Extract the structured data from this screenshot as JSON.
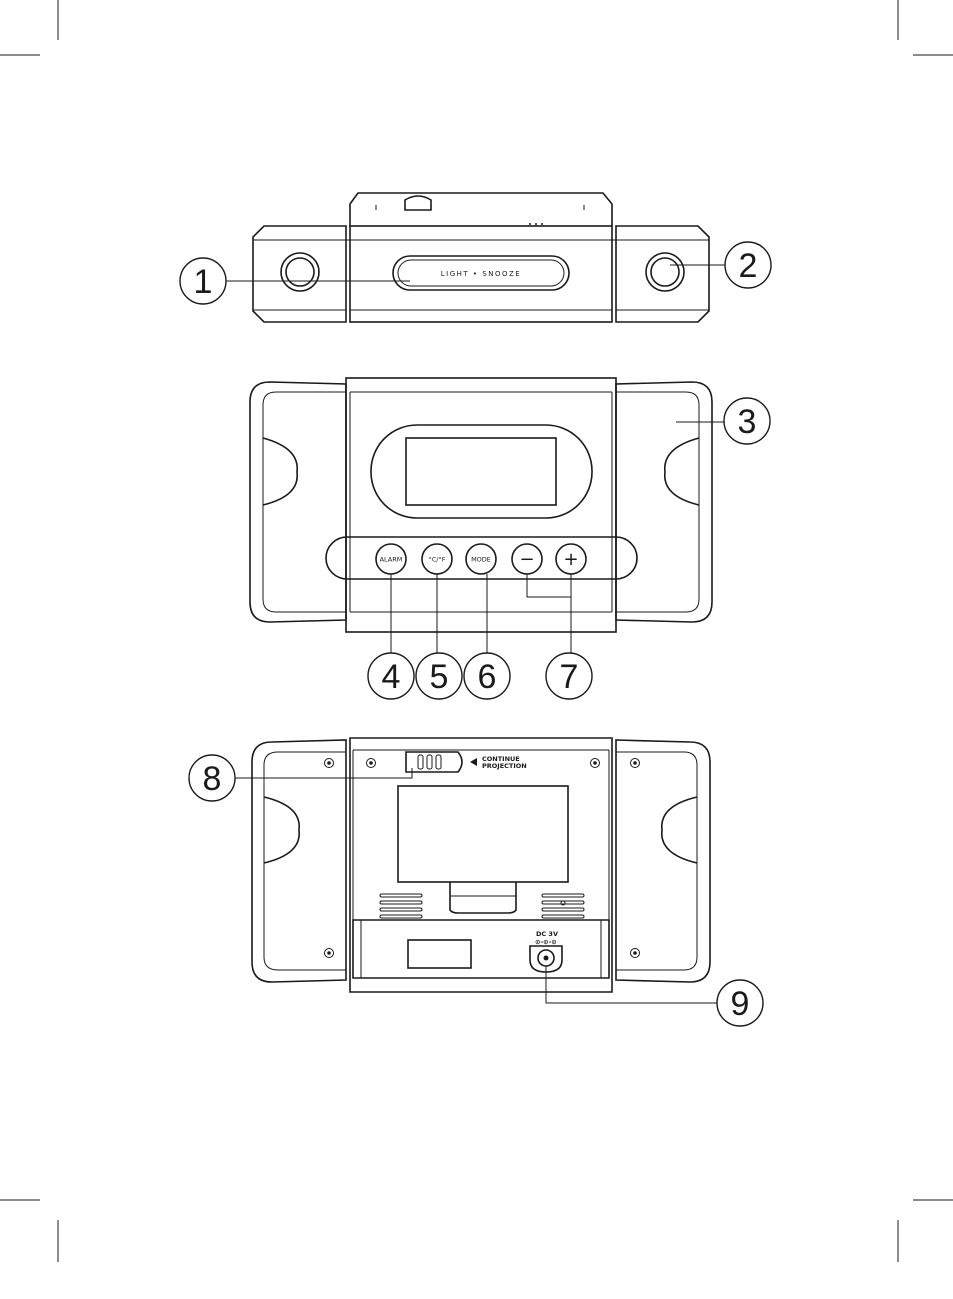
{
  "top_view": {
    "button_label": "LIGHT • SNOOZE"
  },
  "front_view": {
    "buttons": [
      {
        "label": "ALARM"
      },
      {
        "label": "°C/°F"
      },
      {
        "label": "MODE"
      },
      {
        "label": "−"
      },
      {
        "label": "+"
      }
    ]
  },
  "back_view": {
    "switch_label_line1": "CONTINUE",
    "switch_label_line2": "PROJECTION",
    "power_label": "DC 3V",
    "power_symbol": "⊙-⊙-⊙"
  },
  "callouts": [
    "1",
    "2",
    "3",
    "4",
    "5",
    "6",
    "7",
    "8",
    "9"
  ],
  "colors": {
    "line": "#1a1a1a",
    "background": "#ffffff"
  }
}
